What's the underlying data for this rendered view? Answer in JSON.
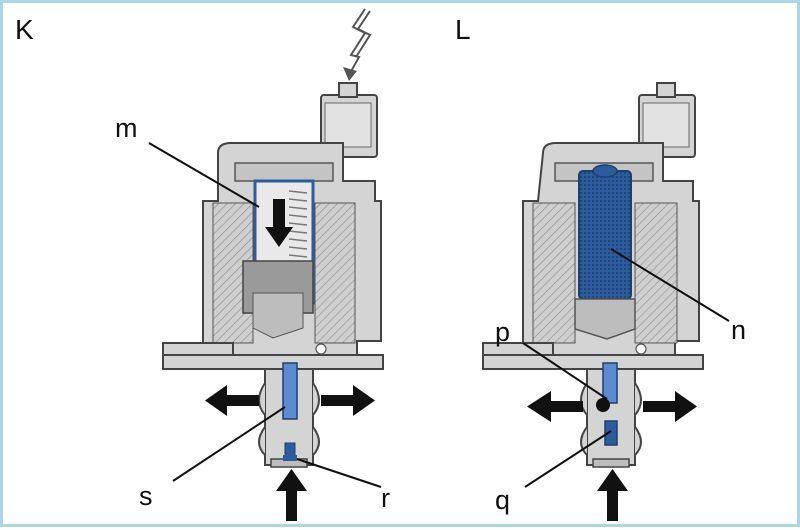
{
  "panels": [
    {
      "letter": "K",
      "callouts": {
        "m": "m",
        "s": "s",
        "r": "r"
      }
    },
    {
      "letter": "L",
      "callouts": {
        "n": "n",
        "p": "p",
        "q": "q"
      }
    }
  ],
  "colors": {
    "border": "#a9d8e4",
    "housing": "#d4d4d4",
    "housing_dark": "#9a9a9a",
    "blue": "#2d5c9e",
    "blue_light": "#5b8bd0",
    "arrow": "#111111"
  },
  "icons": [
    "lightning-icon"
  ]
}
